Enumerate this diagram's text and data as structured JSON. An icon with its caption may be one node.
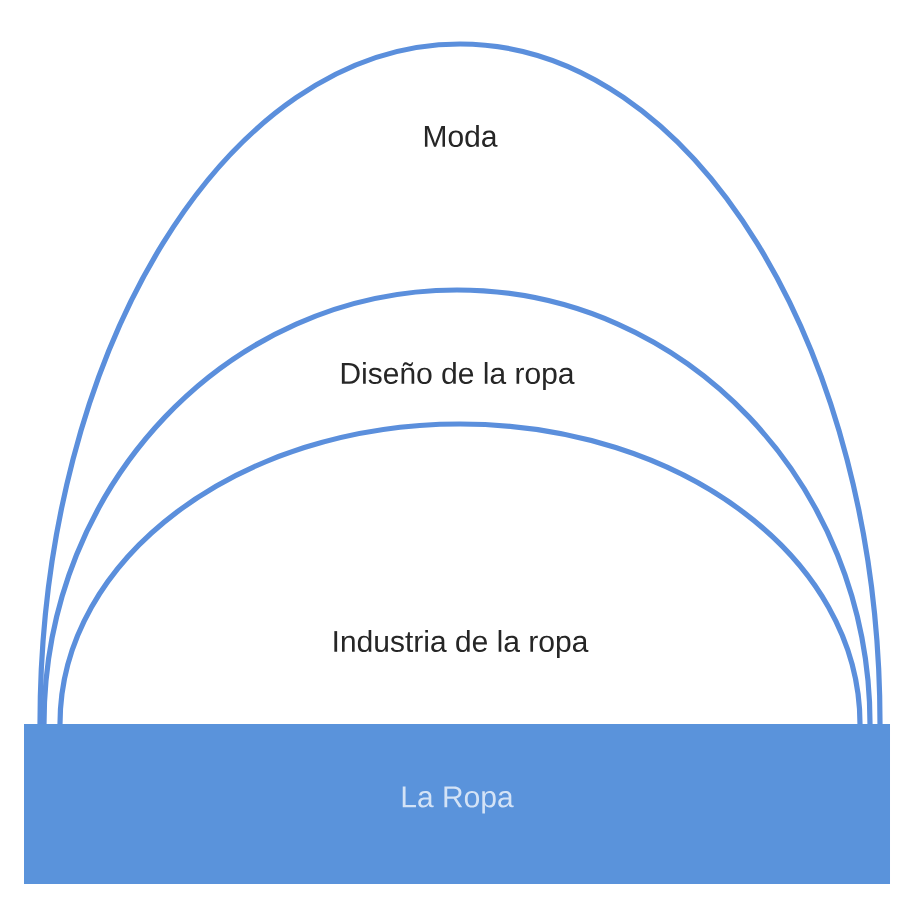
{
  "diagram": {
    "nodes": [
      {
        "text": [
          "Moda"
        ]
      },
      {
        "text": [
          "Diseño de la ropa"
        ],
        "in": 0
      },
      {
        "text": [
          "Industria de la ropa"
        ],
        "in": 1
      },
      {
        "text": [
          "La Ropa"
        ]
      }
    ]
  }
}
